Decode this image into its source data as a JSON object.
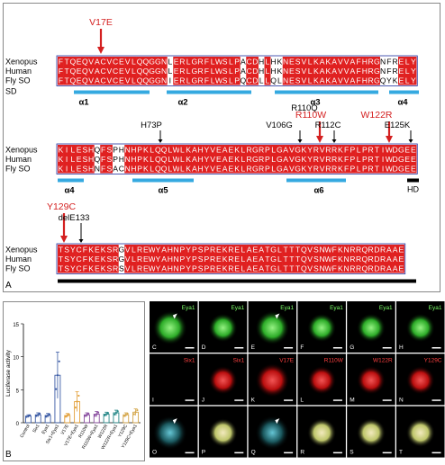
{
  "panelA": {
    "label": "A",
    "species": [
      "Xenopus",
      "Human",
      "Fly SO"
    ],
    "sd_label": "SD",
    "hd_label": "HD",
    "blocks": [
      {
        "rows": [
          "FTQEQVACVCEVLQQGGNLERLGRFLWSLPACDHLHKNESVLKAKAVVAFHRGNFRELY",
          "FTQEQVACVCEVLQQGGNLERLGRFLWSLPACDHLHKNESVLKAKAVVAFHRGNFRELY",
          "FTQEQVACVCEVLQQGGNIERLGRFLWSLPQCDLLQLNESVLKAKAVVAFHRGQYKELY"
        ],
        "helices": [
          "α1",
          "α2",
          "α3",
          "α4"
        ]
      },
      {
        "rows": [
          "KILESHQFSPHNHPKLQQLWLKAHYVEAEKLRGRPLGAVGKYRVRRKFPLPRTIWDGEE",
          "KILESHQFSPHNHPKLQQLWLKAHYVEAEKLRGRPLGAVGKYRVRRKFPLPRTIWDGEE",
          "KILESHNFSACNHPKLQQLWLKAHYVEAEKLRGRPLGAVGKYRVRRKFPLPRTIWDGEE"
        ],
        "helices": [
          "α4",
          "α5",
          "α6"
        ]
      },
      {
        "rows": [
          "TSYCFKEKSRGVLREWYAHNPYPSPREKRELAEATGLTTTQVSNWFKNRRQRDRAAE",
          "TSYCFKEKSRGVLREWYAHNPYPSPREKRELAEATGLTTTQVSNWFKNRRQRDRAAE",
          "TSYCFKEKSRSVLREWYAHNPYPSPREKRELAEATGLTTTQVSNWFKNRRQRDRAAE"
        ],
        "helices": []
      }
    ],
    "mutations": [
      {
        "label": "V17E",
        "highlight": true
      },
      {
        "label": "R110Q",
        "highlight": false
      },
      {
        "label": "H73P",
        "highlight": false
      },
      {
        "label": "V106G",
        "highlight": false
      },
      {
        "label": "R110W",
        "highlight": true
      },
      {
        "label": "R112C",
        "highlight": false
      },
      {
        "label": "W122R",
        "highlight": true
      },
      {
        "label": "E125K",
        "highlight": false
      },
      {
        "label": "Y129C",
        "highlight": true
      },
      {
        "label": "delE133",
        "highlight": false
      }
    ]
  },
  "panelB": {
    "label": "B",
    "ylabel": "Luciferase activity",
    "yticks": [
      "0",
      "5",
      "10",
      "15"
    ],
    "ylim": [
      0,
      15
    ]
  },
  "chart_data": {
    "type": "bar",
    "categories": [
      "Control",
      "Six1",
      "Eya1",
      "Six1+Eya1",
      "V17E",
      "V17E+Eya1",
      "R110W",
      "R110W+Eya1",
      "W122R",
      "W122R+Eya1",
      "Y129C",
      "Y129C+Eya1"
    ],
    "values": [
      1.0,
      1.2,
      1.1,
      7.2,
      1.1,
      3.2,
      1.2,
      1.3,
      1.3,
      1.5,
      1.2,
      1.6
    ],
    "errors": [
      0.2,
      0.3,
      0.3,
      3.5,
      0.3,
      1.5,
      0.3,
      0.4,
      0.3,
      0.4,
      0.3,
      0.5
    ],
    "bar_colors": [
      "#3b5ba5",
      "#3b5ba5",
      "#3b5ba5",
      "#3b5ba5",
      "#e3a03a",
      "#e3a03a",
      "#8a4ea0",
      "#8a4ea0",
      "#2a8a8a",
      "#2a8a8a",
      "#d4a64a",
      "#d4a64a"
    ],
    "xlabel": "",
    "ylabel": "Luciferase activity",
    "ylim": [
      0,
      15
    ]
  },
  "panelC": {
    "labels": [
      "C",
      "D",
      "E",
      "F",
      "G",
      "H",
      "I",
      "J",
      "K",
      "L",
      "M",
      "N",
      "O",
      "P",
      "Q",
      "R",
      "S",
      "T"
    ],
    "rows": [
      {
        "channel": "green",
        "tags": [
          "Eya1",
          "Eya1",
          "Eya1",
          "Eya1",
          "Eya1",
          "Eya1"
        ]
      },
      {
        "channel": "red",
        "tags": [
          "Six1",
          "Six1",
          "V17E",
          "R110W",
          "W122R",
          "Y129C"
        ]
      },
      {
        "channel": "merge",
        "tags": [
          "",
          "",
          "",
          "",
          "",
          ""
        ]
      }
    ]
  },
  "colors": {
    "conserved_bg": "#e02020",
    "conserved_text": "#ffffff",
    "helix_bar": "#35a9e0",
    "mutation_red": "#d42020",
    "box_blue": "#2030a0"
  }
}
